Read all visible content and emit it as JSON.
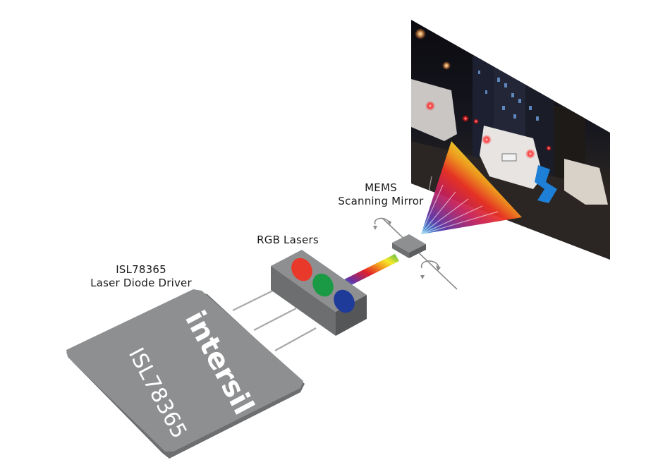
{
  "labels": {
    "driver_line1": "ISL78365",
    "driver_line2": "Laser Diode Driver",
    "lasers": "RGB Lasers",
    "mems_line1": "MEMS",
    "mems_line2": "Scanning Mirror"
  },
  "chip": {
    "brand": "intersil",
    "part_number": "ISL78365"
  },
  "colors": {
    "chip_top": "#8e8f91",
    "chip_edge": "#6d6e70",
    "laser_red": "#e8392b",
    "laser_green": "#1b9a46",
    "laser_blue": "#1f3b9a",
    "ground_highlight": "#1e7fd6"
  },
  "components": [
    {
      "name": "ISL78365 Laser Diode Driver"
    },
    {
      "name": "RGB Lasers"
    },
    {
      "name": "MEMS Scanning Mirror"
    },
    {
      "name": "Projected image (night street scene)"
    }
  ]
}
